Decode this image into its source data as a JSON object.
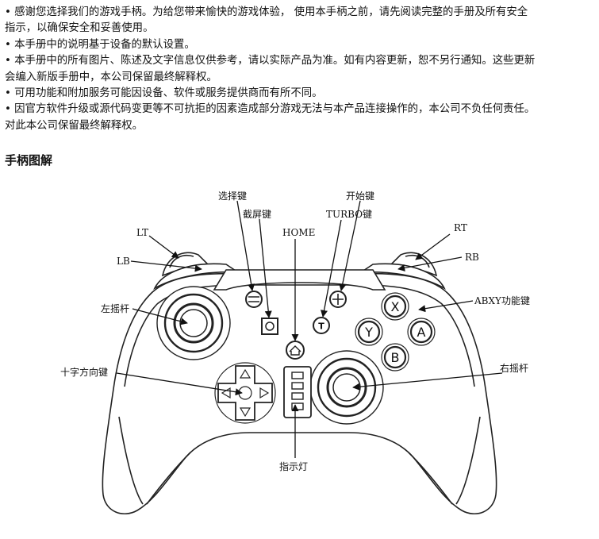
{
  "intro": {
    "items": [
      {
        "bullet": "•",
        "lines": [
          "感谢您选择我们的游戏手柄。为给您带来愉快的游戏体验， 使用本手柄之前，请先阅读完整的手册及所有安全",
          "指示，以确保安全和妥善使用。"
        ]
      },
      {
        "bullet": "•",
        "lines": [
          "本手册中的说明基于设备的默认设置。"
        ]
      },
      {
        "bullet": "•",
        "lines": [
          "本手册中的所有图片、陈述及文字信息仅供参考，请以实际产品为准。如有内容更新，恕不另行通知。这些更新",
          "会编入新版手册中，本公司保留最终解释权。"
        ]
      },
      {
        "bullet": "•",
        "lines": [
          "可用功能和附加服务可能因设备、软件或服务提供商而有所不同。"
        ]
      },
      {
        "bullet": "•",
        "lines": [
          "因官方软件升级或源代码变更等不可抗拒的因素造成部分游戏无法与本产品连接操作的，本公司不负任何责任。",
          "对此本公司保留最终解释权。"
        ]
      }
    ]
  },
  "section_title": "手柄图解",
  "diagram": {
    "labels": {
      "select": "选择键",
      "start": "开始键",
      "screenshot": "截屏键",
      "turbo": "TURBO键",
      "home": "HOME",
      "lt": "LT",
      "rt": "RT",
      "lb": "LB",
      "rb": "RB",
      "left_stick": "左摇杆",
      "abxy": "ABXY功能键",
      "dpad": "十字方向键",
      "right_stick": "右摇杆",
      "indicator": "指示灯"
    },
    "buttons": {
      "x": "X",
      "y": "Y",
      "a": "A",
      "b": "B",
      "turbo": "T"
    }
  }
}
